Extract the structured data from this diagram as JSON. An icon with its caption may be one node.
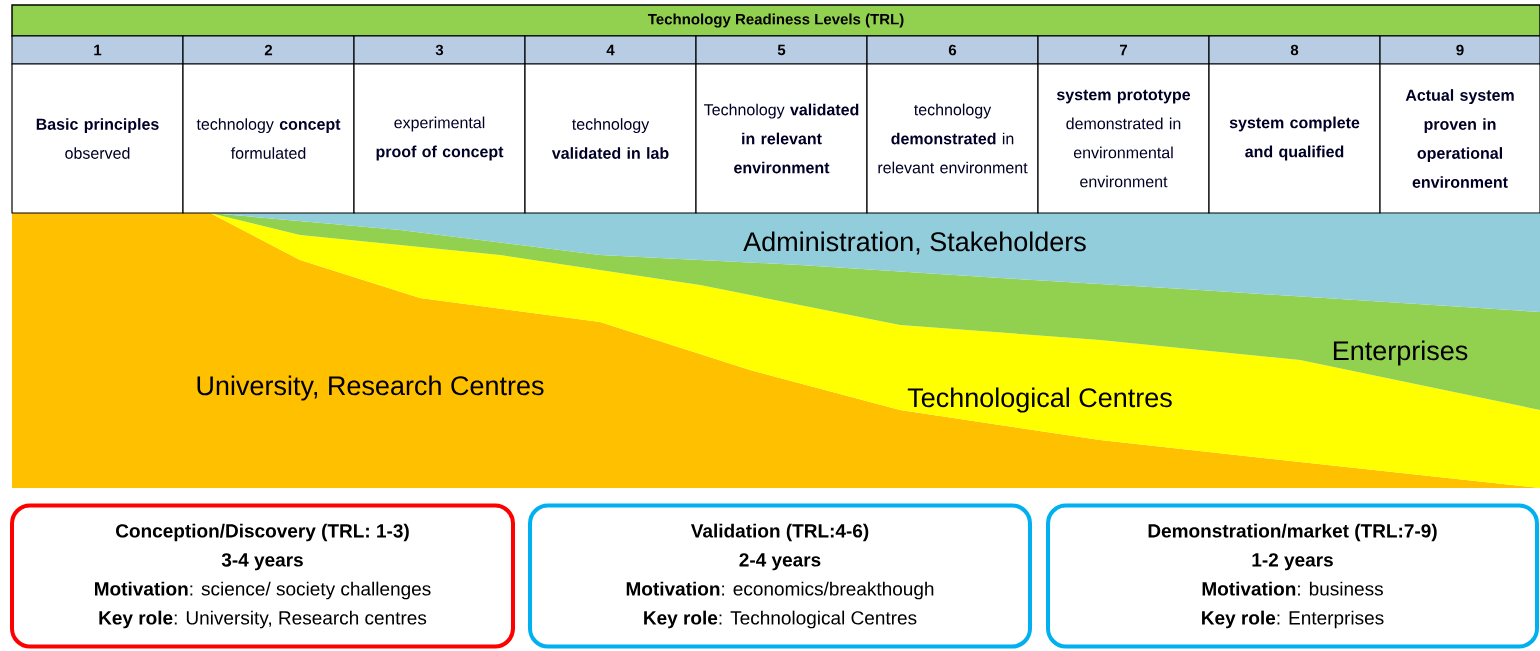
{
  "diagram": {
    "nodes": [
      {
        "text": [
          "Administration, Stakeholders"
        ]
      },
      {
        "text": [
          "Enterprises"
        ]
      },
      {
        "text": [
          "University, Research Centres"
        ]
      },
      {
        "text": [
          "Technological Centres"
        ]
      },
      {
        "text": [
          "Conception/Discovery (TRL: 1-3)",
          "3-4 years",
          "**Motivation**: science/ society challenges",
          "**Key role**: University, Research centres"
        ]
      },
      {
        "text": [
          "Validation (TRL:4-6)",
          "2-4 years",
          "**Motivation**: economics/breakthough",
          "**Key role**: Technological Centres"
        ]
      },
      {
        "text": [
          "Demonstration/market (TRL:7-9)",
          "1-2 years",
          "**Motivation**: business",
          "**Key role**: Enterprises"
        ]
      }
    ],
    "labels": [
      "Technology Readiness Levels (TRL)",
      "1",
      "2",
      "3",
      "4",
      "5",
      "6",
      "7",
      "8",
      "9",
      "**Basic principles** observed",
      "technology **concept** formulated",
      "experimental **proof of concept**",
      "technology **validated in lab**",
      "Technology **validated in relevant environment**",
      "technology **demonstrated** in relevant environment",
      "**system prototype** demonstrated in environmental environment",
      "system complete and qualified",
      "Actual system proven in operational environment"
    ]
  }
}
